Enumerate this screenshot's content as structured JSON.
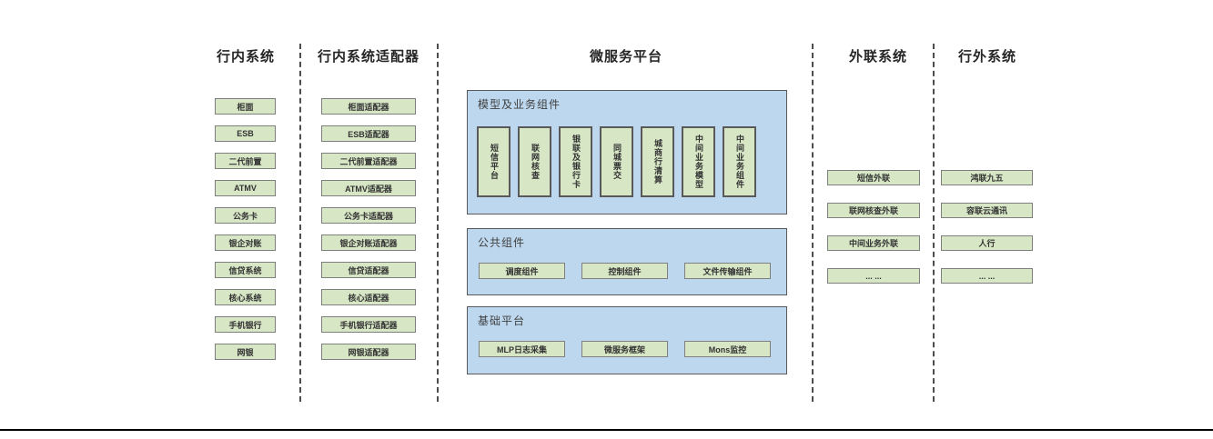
{
  "colors": {
    "green_fill": "#d7e6c5",
    "green_border": "#7f7f7f",
    "blue_fill": "#bdd7ee",
    "blue_border": "#595959",
    "divider": "#4d4d4d",
    "bottom_rule": "#000000",
    "text": "#333333"
  },
  "columns": {
    "internal": {
      "title": "行内系统",
      "items": [
        "柜面",
        "ESB",
        "二代前置",
        "ATMV",
        "公务卡",
        "银企对账",
        "信贷系统",
        "核心系统",
        "手机银行",
        "网银"
      ]
    },
    "adapters": {
      "title": "行内系统适配器",
      "items": [
        "柜面适配器",
        "ESB适配器",
        "二代前置适配器",
        "ATMV适配器",
        "公务卡适配器",
        "银企对账适配器",
        "信贷适配器",
        "核心适配器",
        "手机银行适配器",
        "网银适配器"
      ]
    },
    "platform": {
      "title": "微服务平台",
      "groups": [
        {
          "name": "模型及业务组件",
          "items": [
            "短信平台",
            "联网核查",
            "银联及银行卡",
            "同城票交",
            "城商行清算",
            "中间业务模型",
            "中间业务组件"
          ]
        },
        {
          "name": "公共组件",
          "items": [
            "调度组件",
            "控制组件",
            "文件传输组件"
          ]
        },
        {
          "name": "基础平台",
          "items": [
            "MLP日志采集",
            "微服务框架",
            "Mons监控"
          ]
        }
      ]
    },
    "external_link": {
      "title": "外联系统",
      "items": [
        "短信外联",
        "联网核查外联",
        "中间业务外联",
        "... ..."
      ]
    },
    "external": {
      "title": "行外系统",
      "items": [
        "鸿联九五",
        "容联云通讯",
        "人行",
        "... ..."
      ]
    }
  }
}
